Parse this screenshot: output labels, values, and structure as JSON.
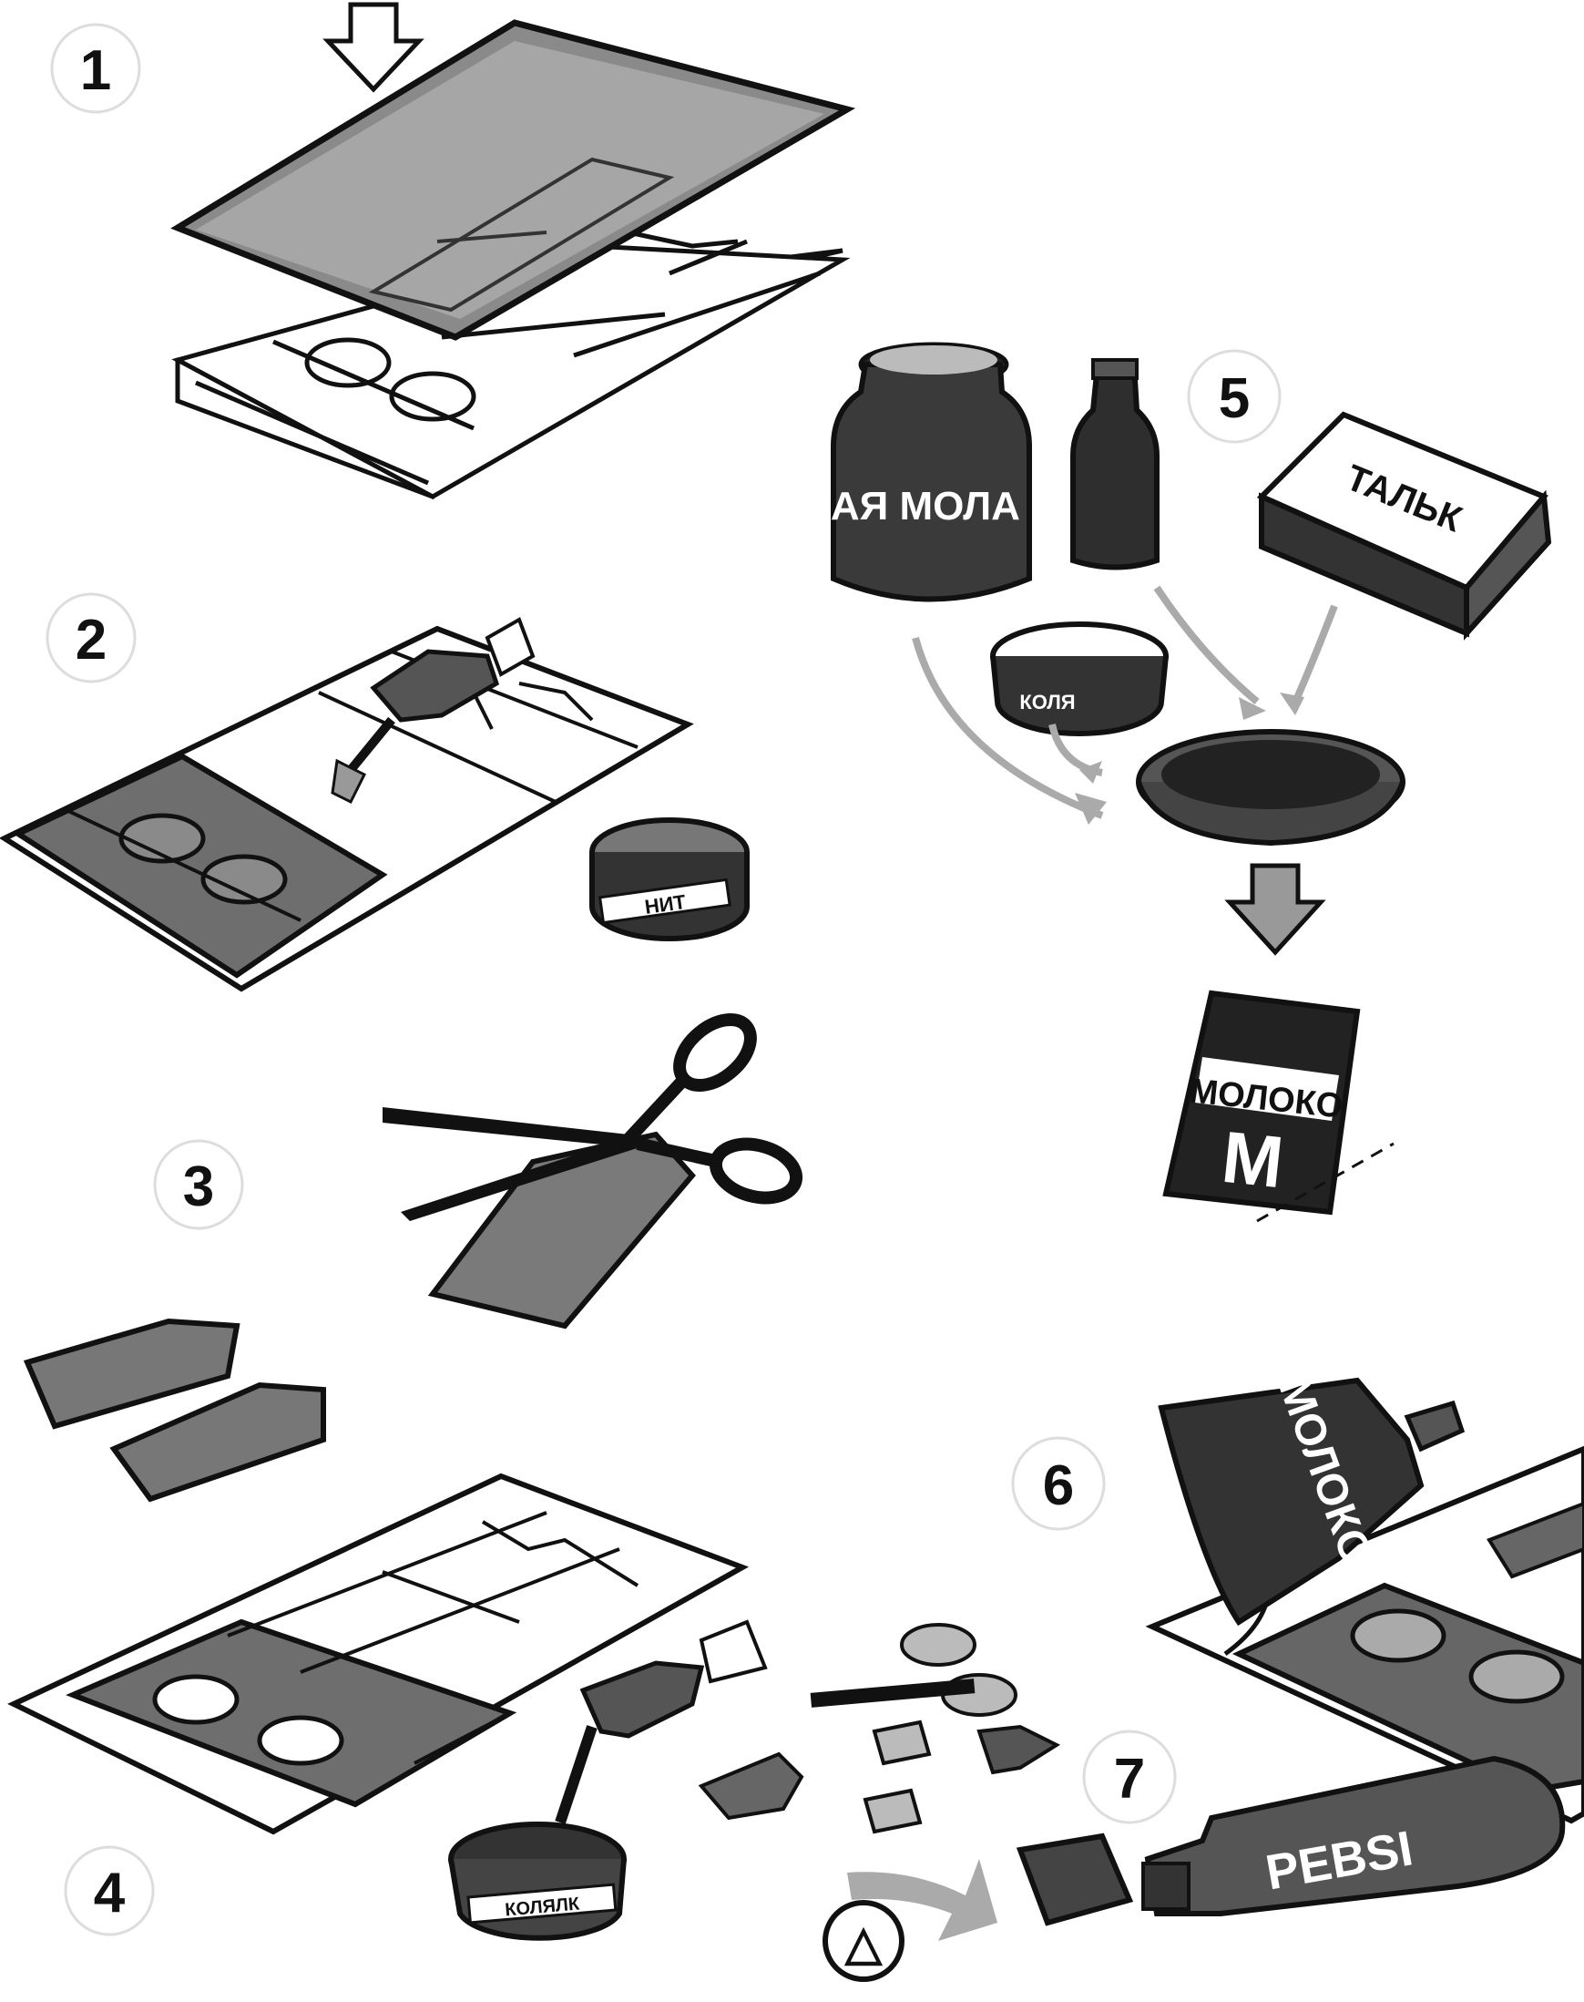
{
  "steps": [
    {
      "number": "1"
    },
    {
      "number": "2"
    },
    {
      "number": "3"
    },
    {
      "number": "4"
    },
    {
      "number": "5"
    },
    {
      "number": "6"
    },
    {
      "number": "7"
    }
  ],
  "labels": {
    "glue_jar": "НАЯ МОЛА",
    "talc_box": "ТАЛЬК",
    "milk_pack": "МОЛОКО",
    "milk_pack_logo": "М",
    "milk_tube": "МОЛОКО",
    "paste_tube": "PEBSI",
    "varnish_can_2": "НИТ",
    "varnish_can_4": "КОЛЯЛК",
    "can_5": "КОЛЯ",
    "triangle_symbol": "△"
  },
  "colors": {
    "ink": "#111111",
    "gray_fill": "#7a7a7a",
    "light_gray": "#bdbdbd",
    "paper": "#ffffff"
  }
}
